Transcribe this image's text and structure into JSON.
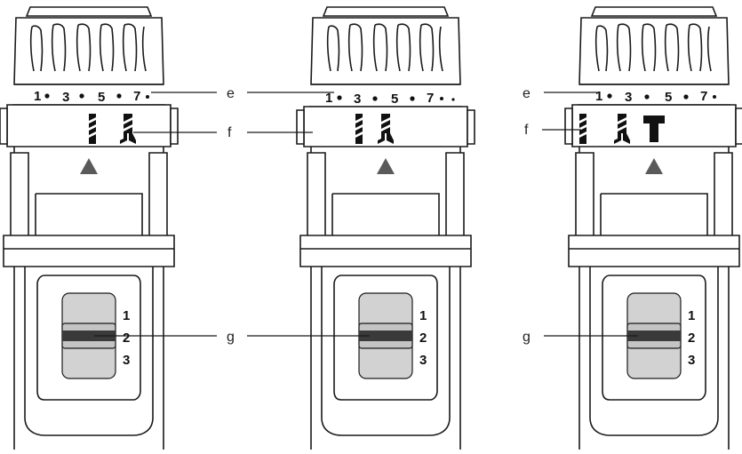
{
  "colors": {
    "stroke": "#1a1a1a",
    "panel": "#d2d2d2",
    "slider": "#3a3a3a",
    "arrow": "#5a5a5a",
    "background": "#ffffff"
  },
  "dial_scale": [
    "1",
    "3",
    "5",
    "7"
  ],
  "selector_positions": [
    "1",
    "2",
    "3"
  ],
  "callouts": {
    "e": "e",
    "f": "f",
    "g": "g"
  },
  "drills": [
    {
      "name": "drill-left",
      "mode_icons": [
        "drill-bit-icon",
        "screw-icon"
      ],
      "slider_position": "2"
    },
    {
      "name": "drill-middle",
      "mode_icons": [
        "drill-bit-icon",
        "screw-icon"
      ],
      "slider_position": "2"
    },
    {
      "name": "drill-right",
      "mode_icons": [
        "drill-bit-icon",
        "screw-icon",
        "hammer-icon"
      ],
      "slider_position": "2"
    }
  ]
}
